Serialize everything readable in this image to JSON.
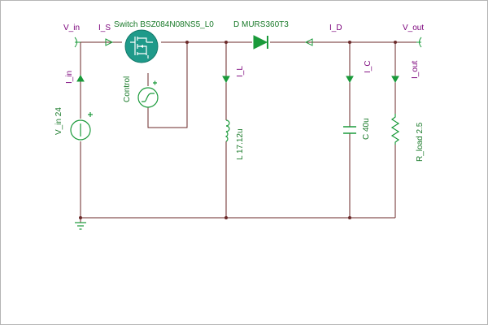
{
  "colors": {
    "wire": "#6b2a2a",
    "component": "#1a9a3a",
    "label": "#1a7a2a",
    "probe": "#7a007a",
    "junction": "#6b2a2a",
    "background": "#ffffff",
    "border": "#b5b5b5"
  },
  "nodes": {
    "v_in": "V_in",
    "v_out": "V_out"
  },
  "currents": {
    "i_s": "I_S",
    "i_d": "I_D",
    "i_in": "I_in",
    "i_l": "I_L",
    "i_c": "I_C",
    "i_out": "I_out"
  },
  "components": {
    "switch": "Switch BSZ084N08NS5_L0",
    "diode": "D MURS360T3",
    "source": "V_in 24",
    "control": "Control",
    "inductor": "L 17.12u",
    "capacitor": "C 40u",
    "resistor": "R_load 2.5"
  },
  "icons": {
    "source": "voltage-source-icon",
    "control_source": "pulse-source-icon",
    "switch": "mosfet-icon",
    "diode": "diode-icon",
    "inductor": "inductor-icon",
    "capacitor": "capacitor-icon",
    "resistor": "resistor-icon",
    "ground": "ground-icon"
  }
}
